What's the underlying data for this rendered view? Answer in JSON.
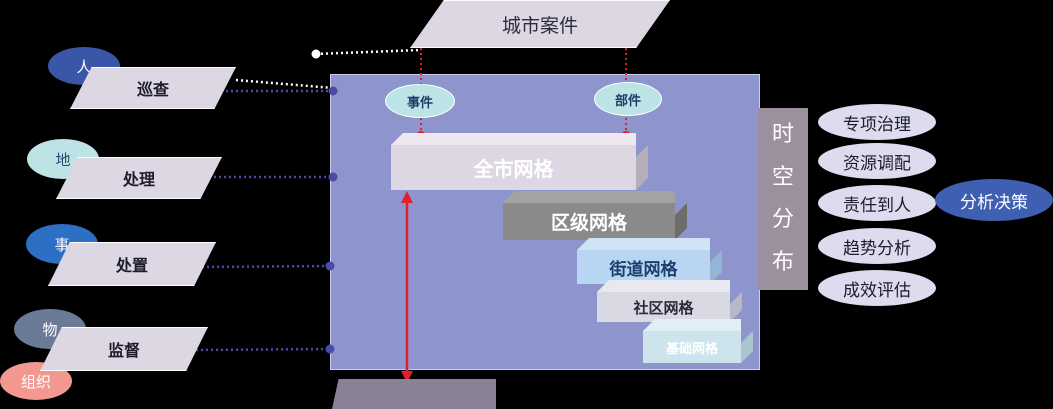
{
  "top_node": {
    "label": "城市案件"
  },
  "actors": [
    {
      "oval_label": "人",
      "oval_color": "#3a56a8",
      "action_label": "巡查"
    },
    {
      "oval_label": "地",
      "oval_color": "#bde3e6",
      "action_label": "处理"
    },
    {
      "oval_label": "事",
      "oval_color": "#2c6fc4",
      "action_label": "处置"
    },
    {
      "oval_label": "物",
      "oval_color": "#6b7a96",
      "action_label": "监督"
    }
  ],
  "extra_actor": {
    "label": "组织",
    "color": "#f39890"
  },
  "events": [
    {
      "label": "事件"
    },
    {
      "label": "部件"
    }
  ],
  "grid_levels": [
    {
      "label": "全市网格",
      "face": "#ddd6e3",
      "side": "#b6aebd",
      "text_color": "#ffffff"
    },
    {
      "label": "区级网格",
      "face": "#8a8a8a",
      "side": "#6c6c6c",
      "text_color": "#ffffff"
    },
    {
      "label": "街道网格",
      "face": "#b8d6f2",
      "side": "#93b5d6",
      "text_color": "#1d3f70"
    },
    {
      "label": "社区网格",
      "face": "#d9d9e4",
      "side": "#b8b8c6",
      "text_color": "#2a2a3a"
    },
    {
      "label": "基础网格",
      "face": "#cde4ec",
      "side": "#a9c6d0",
      "text_color": "#ffffff"
    }
  ],
  "spatial": {
    "chars": [
      "时",
      "空",
      "分",
      "布"
    ]
  },
  "functions": [
    "专项治理",
    "资源调配",
    "责任到人",
    "趋势分析",
    "成效评估"
  ],
  "decision": {
    "label": "分析决策"
  },
  "colors": {
    "panel": "#8e94cc",
    "dot_line": "#4a4aa8",
    "red_line": "#e0202a"
  }
}
